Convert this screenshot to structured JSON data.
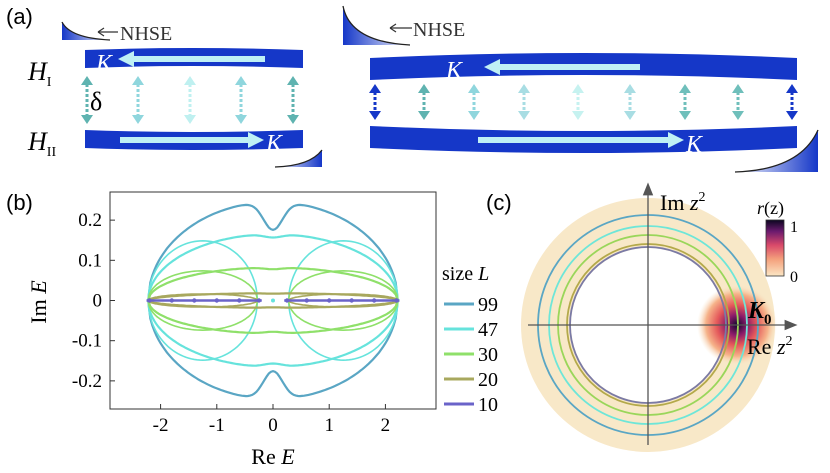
{
  "colors": {
    "band": "#1537c8",
    "arrow_light": "#bff0f5",
    "teal": "#5fb3b0",
    "cyan": "#66e3dc",
    "green": "#8fe06a",
    "olive": "#a8a85e",
    "purple": "#6a63c9",
    "circle_blue": "#5aa6c4",
    "circle_cyan": "#6ee6d8",
    "circle_green": "#9ad65a",
    "circle_olive": "#b4a94a",
    "circle_inner": "#7a7aa6"
  },
  "panel_a": {
    "label": "(a)",
    "nhse": "NHSE",
    "nhse_right": "NHSE",
    "h_top_main": "H",
    "h_top_sub": "I",
    "h_bottom_main": "H",
    "h_bottom_sub": "II",
    "delta": "δ",
    "k_labels": [
      "K",
      "K",
      "K",
      "K"
    ]
  },
  "panel_b": {
    "label": "(b)",
    "ylabel_pre": "Im",
    "ylabel_var": "E",
    "xlabel_pre": "Re",
    "xlabel_var": "E",
    "xticks": [
      "-2",
      "-1",
      "0",
      "1",
      "2"
    ],
    "yticks": [
      "0.2",
      "0.1",
      "0",
      "-0.1",
      "-0.2"
    ],
    "legend_title_pre": "size",
    "legend_title_var": "L",
    "legend": [
      "99",
      "47",
      "30",
      "20",
      "10"
    ]
  },
  "panel_c": {
    "label": "(c)",
    "im_pre": "Im",
    "im_var": "z",
    "im_exp": "2",
    "re_pre": "Re",
    "re_var": "z",
    "re_exp": "2",
    "k0_main": "K",
    "k0_sub": "0",
    "cb_title_var": "r",
    "cb_title_arg": "(z)",
    "cb_max": "1",
    "cb_min": "0"
  },
  "chart_data": {
    "type": "scatter",
    "xlabel": "Re E",
    "ylabel": "Im E",
    "xlim": [
      -2.9,
      2.9
    ],
    "ylim": [
      -0.27,
      0.27
    ],
    "xticks": [
      -2,
      -1,
      0,
      1,
      2
    ],
    "yticks": [
      -0.2,
      -0.1,
      0,
      0.1,
      0.2
    ],
    "legend_title": "size L",
    "legend_position": "right",
    "series": [
      {
        "name": "99",
        "color": "#5aa6c4",
        "outer_a": 2.22,
        "outer_b": 0.245,
        "dip_y": 0.185
      },
      {
        "name": "47",
        "color": "#66e3dc",
        "outer_a": 2.22,
        "outer_b": 0.165,
        "dip_y": 0.165
      },
      {
        "name": "30",
        "color": "#8fe06a",
        "outer_a": 2.22,
        "outer_b": 0.082,
        "dip_y": 0.082
      },
      {
        "name": "20",
        "color": "#a8a85e",
        "outer_a": 2.22,
        "outer_b": 0.018,
        "dip_y": 0.018
      },
      {
        "name": "10",
        "color": "#6a63c9",
        "points_x": [
          -2.2,
          -1.8,
          -1.4,
          -1.0,
          -0.6,
          -0.25,
          0.25,
          0.6,
          1.0,
          1.4,
          1.8,
          2.2
        ],
        "points_y": [
          0,
          0,
          0,
          0,
          0,
          0,
          0,
          0,
          0,
          0,
          0,
          0
        ]
      }
    ]
  }
}
